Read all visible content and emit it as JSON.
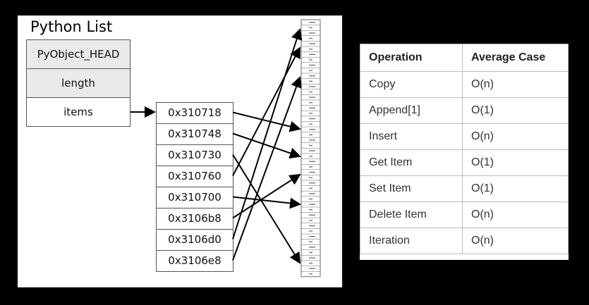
{
  "python_list": {
    "title": "Python List",
    "header_fields": [
      "PyObject_HEAD",
      "length",
      "items"
    ],
    "pointers": [
      "0x310718",
      "0x310748",
      "0x310730",
      "0x310760",
      "0x310700",
      "0x3106b8",
      "0x3106d0",
      "0x3106e8"
    ]
  },
  "complexity_table": {
    "headers": [
      "Operation",
      "Average Case"
    ],
    "rows": [
      [
        "Copy",
        "O(n)"
      ],
      [
        "Append[1]",
        "O(1)"
      ],
      [
        "Insert",
        "O(n)"
      ],
      [
        "Get Item",
        "O(1)"
      ],
      [
        "Set Item",
        "O(1)"
      ],
      [
        "Delete Item",
        "O(n)"
      ],
      [
        "Iteration",
        "O(n)"
      ]
    ]
  }
}
